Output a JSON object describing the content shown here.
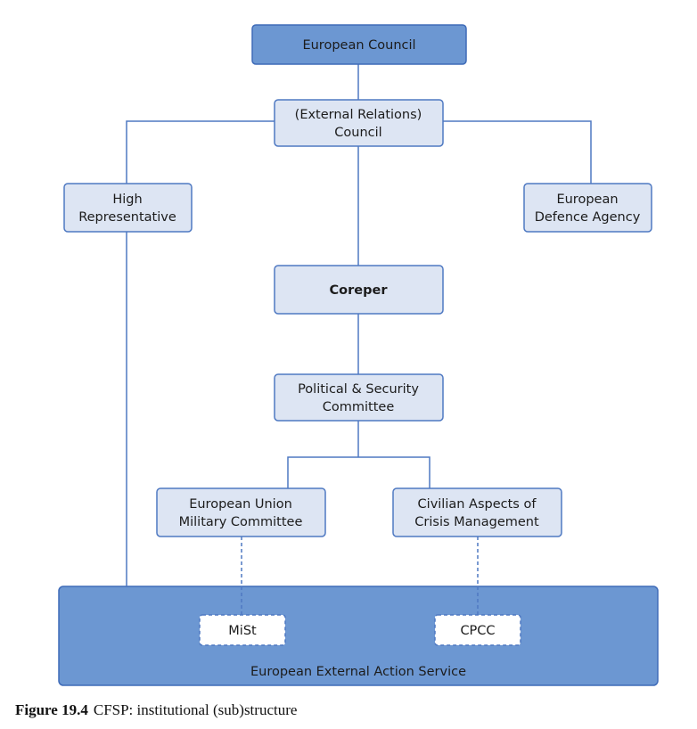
{
  "nodes": {
    "european_council": [
      "European Council"
    ],
    "external_relations_council": [
      "(External Relations)",
      "Council"
    ],
    "high_representative": [
      "High",
      "Representative"
    ],
    "european_defence_agency": [
      "European",
      "Defence Agency"
    ],
    "coreper": [
      "Coreper"
    ],
    "psc": [
      "Political & Security",
      "Committee"
    ],
    "eumc": [
      "European Union",
      "Military Committee"
    ],
    "civcom": [
      "Civilian Aspects of",
      "Crisis Management"
    ],
    "mist": [
      "MiSt"
    ],
    "cpcc": [
      "CPCC"
    ],
    "eeas": [
      "European External Action Service"
    ]
  },
  "colors": {
    "node_fill": "#dde5f3",
    "eeas_fill": "#6c97d2",
    "line": "#4f79c2"
  },
  "caption": {
    "label": "Figure 19.4",
    "text": "CFSP: institutional (sub)structure"
  }
}
